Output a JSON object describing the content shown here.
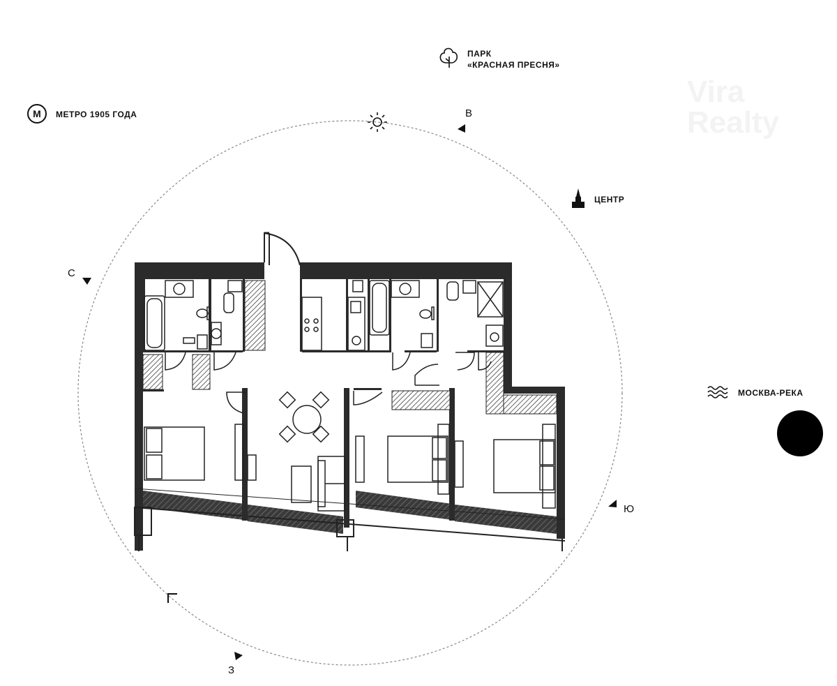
{
  "landmarks": {
    "park_line1": "ПАРК",
    "park_line2": "«КРАСНАЯ ПРЕСНЯ»",
    "metro": "МЕТРО 1905 ГОДА",
    "center": "ЦЕНТР",
    "river": "МОСКВА-РЕКА"
  },
  "directions": {
    "east": "В",
    "north": "С",
    "south": "Ю",
    "west": "З"
  },
  "watermark": {
    "line1": "Vira",
    "line2": "Realty"
  },
  "icons": {
    "park": "tree-icon",
    "metro": "metro-icon",
    "center": "kremlin-icon",
    "river": "waves-icon",
    "sun": "sun-icon"
  },
  "colors": {
    "wall": "#2b2b2b",
    "line": "#222222",
    "hatch": "#777777",
    "window": "#555555",
    "circle": "#888888"
  }
}
